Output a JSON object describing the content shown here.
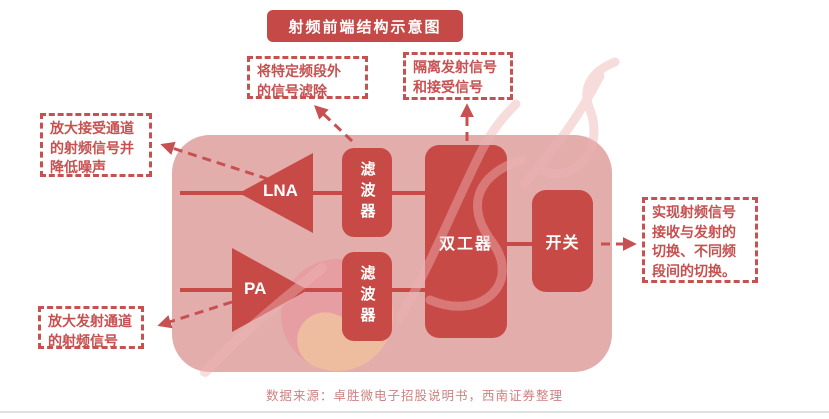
{
  "title": "射频前端结构示意图",
  "colors": {
    "accent_red": "#c54a47",
    "box_red": "#c74a46",
    "panel_pink": "#e3adac",
    "callout_red": "#c75050",
    "source_color": "#ce8181",
    "divider": "#e0e0e0",
    "swirl_peach": "#f2c29c",
    "swirl_pink": "#e89aa0",
    "stroke_pink": "#eeb3b3"
  },
  "components": {
    "lna": "LNA",
    "pa": "PA",
    "filter_top": "滤波器",
    "filter_bottom": "滤波器",
    "duplexer": "双工器",
    "switch": "开关"
  },
  "callouts": {
    "filter": "将特定频段外\n的信号滤除",
    "duplexer": "隔离发射信号\n和接受信号",
    "lna": "放大接受通道\n的射频信号并\n降低噪声",
    "pa": "放大发射通道\n的射频信号",
    "switch": "实现射频信号\n接收与发射的\n切换、不同频\n段间的切换。"
  },
  "source": "数据来源：卓胜微电子招股说明书，西南证券整理"
}
